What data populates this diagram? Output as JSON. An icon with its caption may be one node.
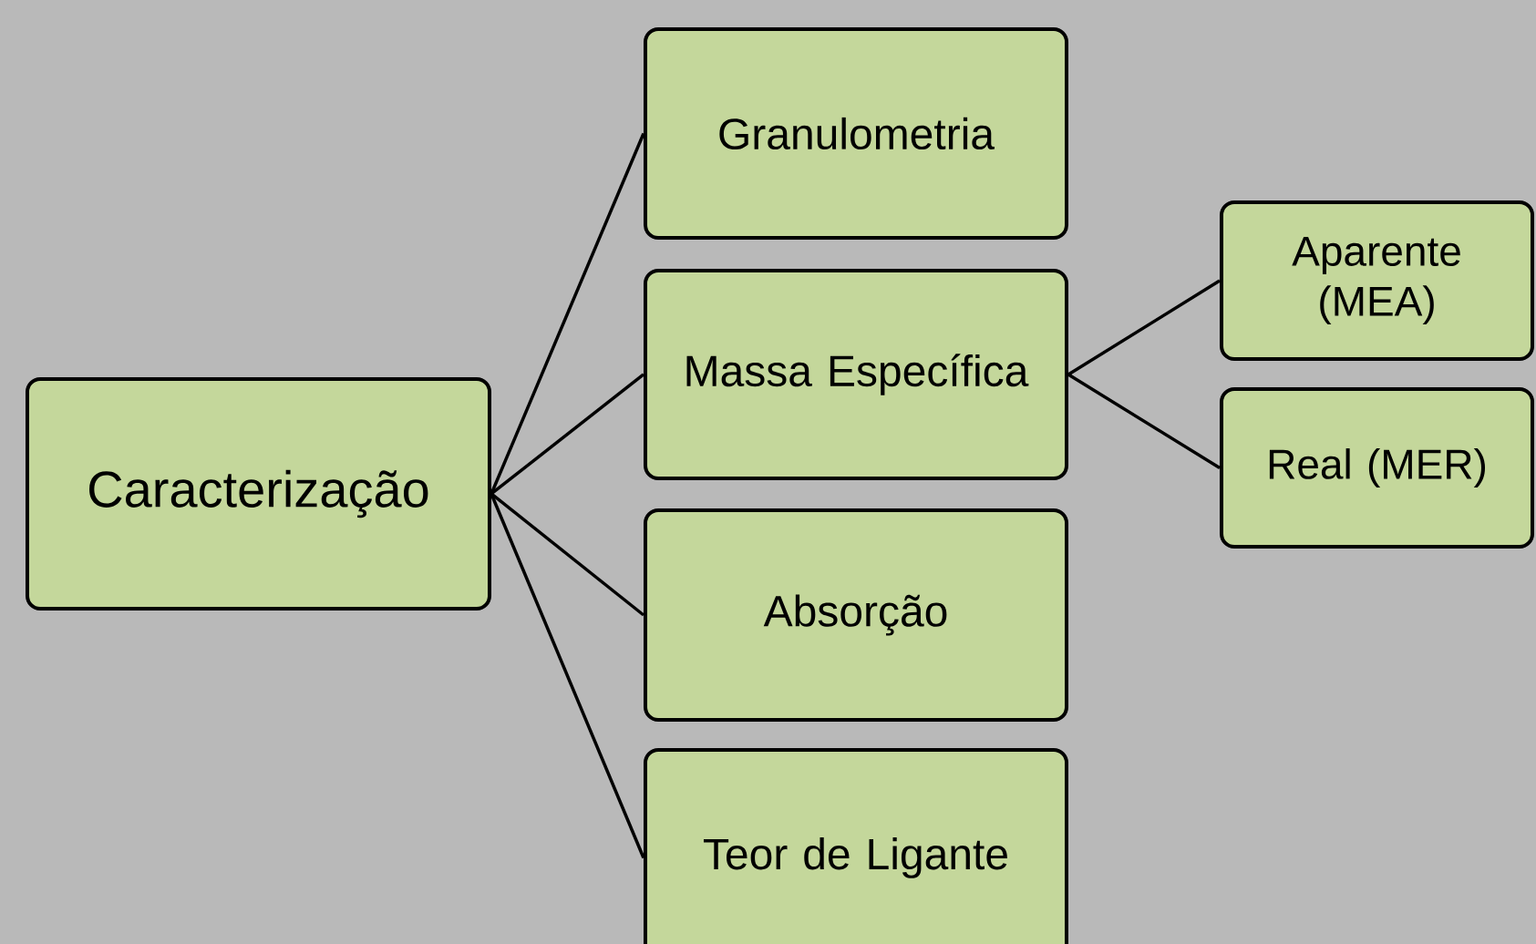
{
  "diagram": {
    "nodes": [
      {
        "text": [
          "Caracterização"
        ]
      },
      {
        "text": [
          "Granulometria"
        ]
      },
      {
        "text": [
          "Massa Específica"
        ]
      },
      {
        "text": [
          "Aparente (MEA)"
        ]
      },
      {
        "text": [
          "Real (MER)"
        ]
      },
      {
        "text": [
          "Absorção"
        ]
      },
      {
        "text": [
          "Teor de Ligante"
        ]
      }
    ],
    "edges": [
      {
        "from": 0,
        "to": 1,
        "arrow": "none"
      },
      {
        "from": 0,
        "to": 2,
        "arrow": "none"
      },
      {
        "from": 0,
        "to": 5,
        "arrow": "none"
      },
      {
        "from": 0,
        "to": 6,
        "arrow": "none"
      },
      {
        "from": 2,
        "to": 3,
        "arrow": "none"
      },
      {
        "from": 2,
        "to": 4,
        "arrow": "none"
      }
    ]
  }
}
